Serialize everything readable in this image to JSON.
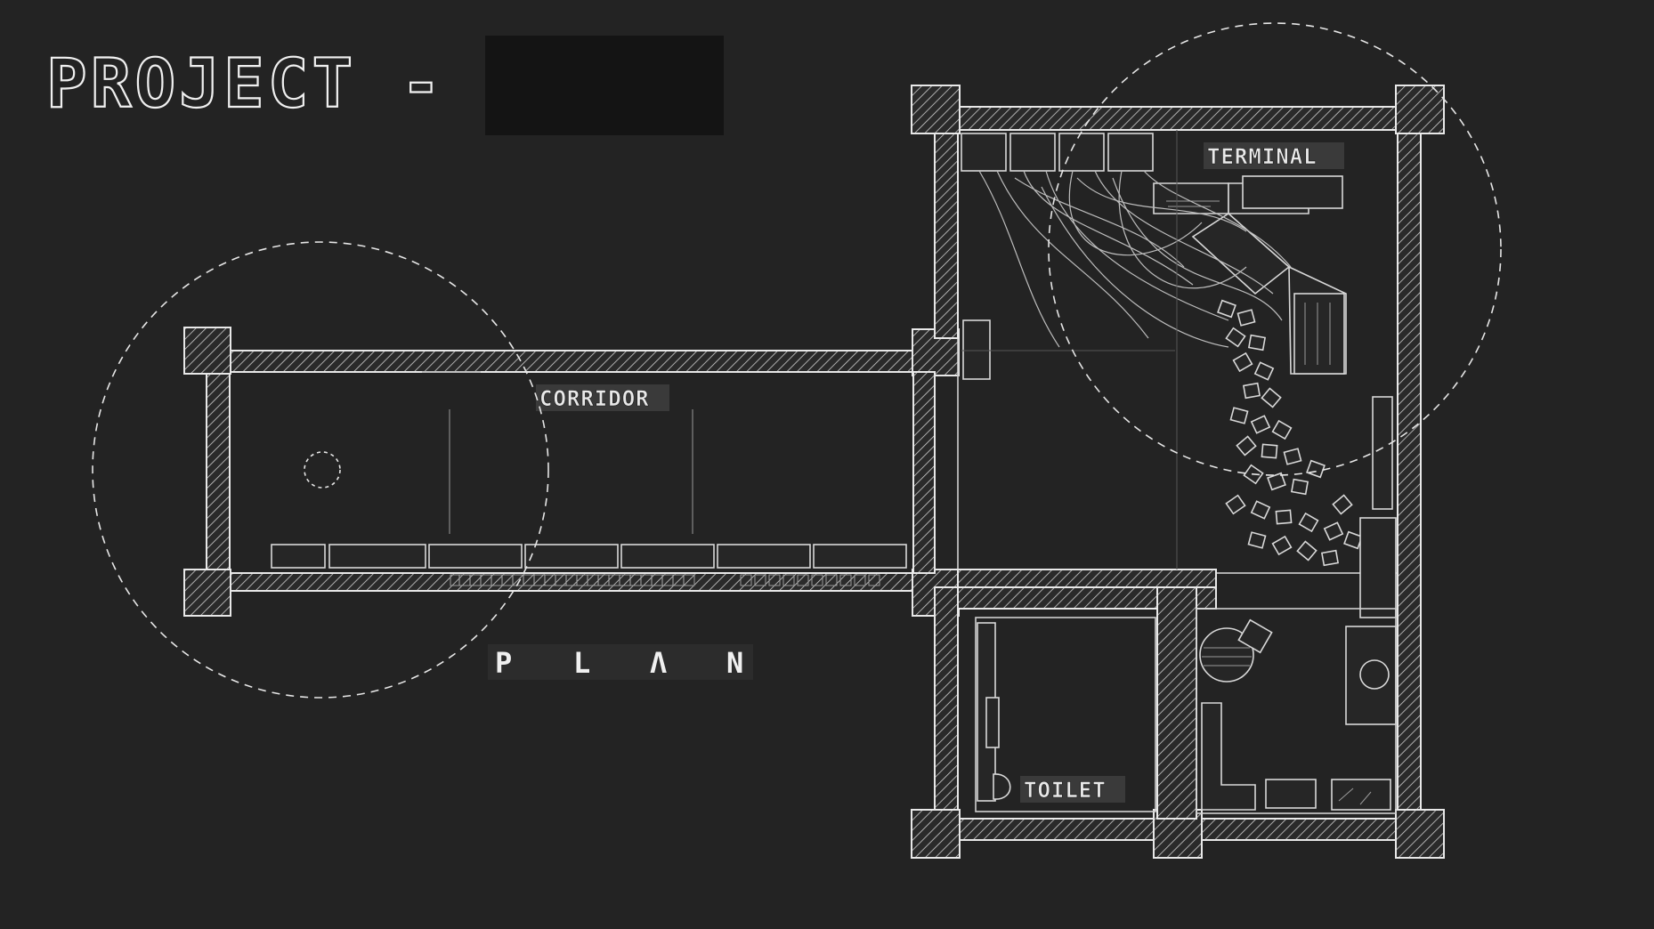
{
  "title": {
    "project_label": "PROJECT -",
    "redacted": true
  },
  "rooms": {
    "corridor": "CORRIDOR",
    "terminal": "TERMINAL",
    "toilet": "TOILET"
  },
  "plan_letters": [
    "P",
    "L",
    "Λ",
    "N"
  ],
  "colors": {
    "background": "#232323",
    "lines": "#e8e8e8",
    "redaction": "#141414"
  }
}
